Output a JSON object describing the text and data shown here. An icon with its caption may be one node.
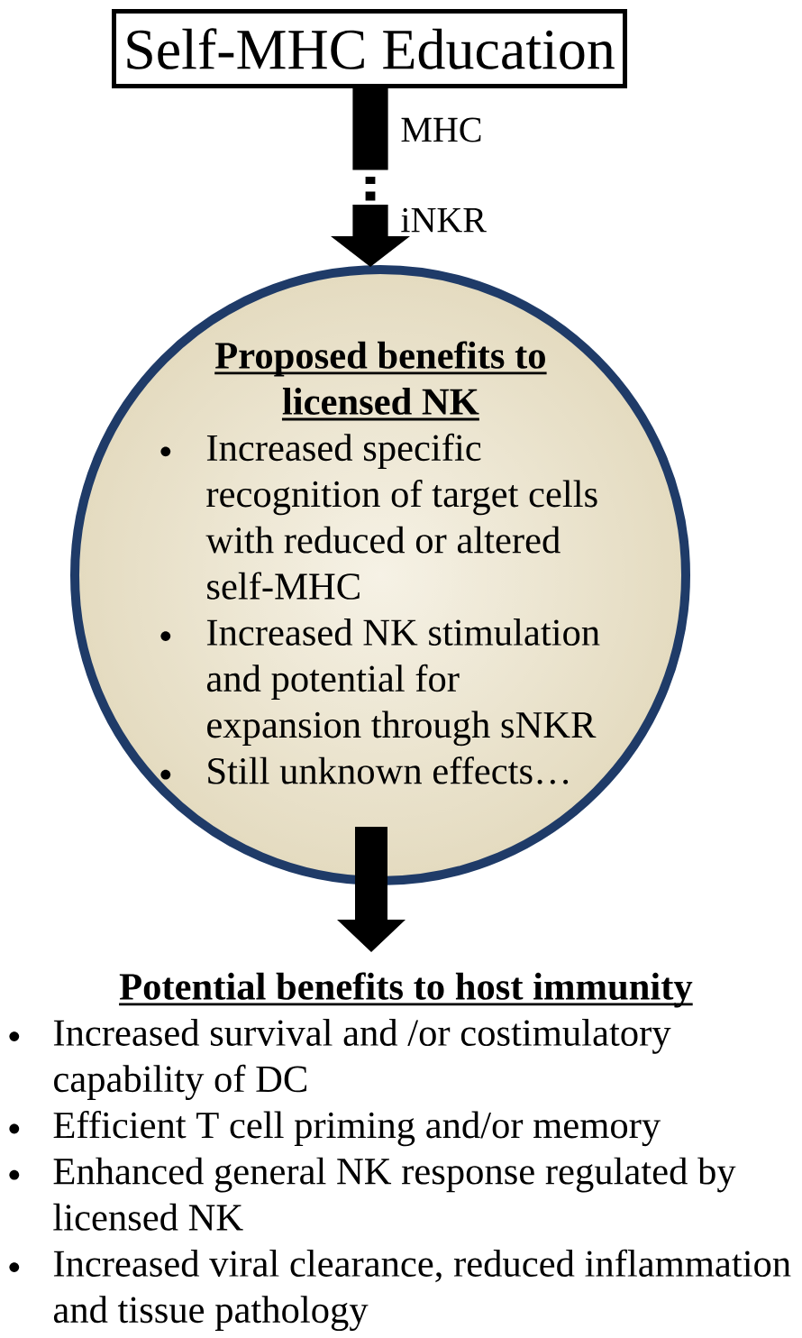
{
  "diagram": {
    "nodes": [
      {
        "text": [
          "Self-MHC Education"
        ]
      },
      {
        "text": [
          "Proposed benefits to licensed NK",
          "Increased specific recognition of target cells with reduced or altered self-MHC",
          "Increased NK stimulation and potential for expansion through sNKR",
          "Still unknown effects…"
        ]
      },
      {
        "text": [
          "Potential benefits to host immunity",
          "Increased survival and /or costimulatory capability of DC",
          "Efficient T cell priming and/or memory",
          "Enhanced general NK response regulated by licensed NK",
          "Increased viral clearance, reduced inflammation and tissue pathology"
        ]
      }
    ],
    "edges": [
      {
        "from": 0,
        "to": 1,
        "arrow": "to"
      },
      {
        "from": 1,
        "to": 2,
        "arrow": "to"
      }
    ],
    "labels": [
      "MHC",
      "iNKR"
    ]
  }
}
